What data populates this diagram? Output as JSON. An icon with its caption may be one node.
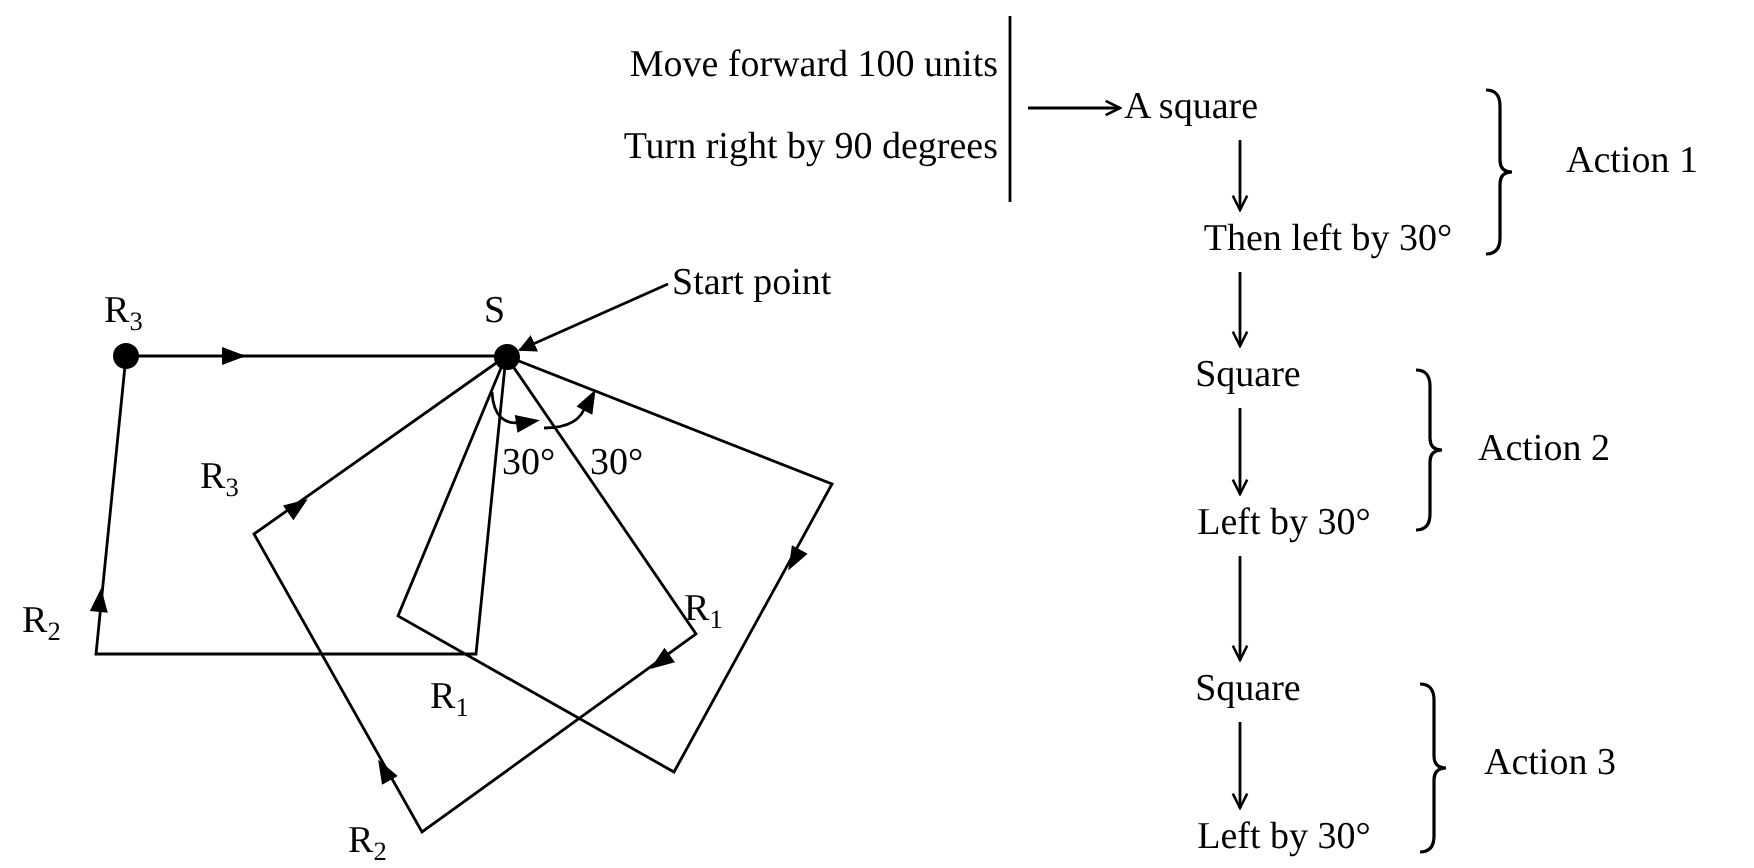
{
  "diagram": {
    "nodes": [
      {
        "text": [
          "Start point"
        ]
      },
      {
        "text": [],
        "shape": "circle",
        "beside": [
          "S"
        ]
      },
      {
        "text": [
          "Move forward 100 units"
        ]
      },
      {
        "text": [
          "Turn right by 90 degrees"
        ]
      },
      {
        "text": [
          "A square"
        ]
      },
      {
        "text": [
          "Then left by 30°"
        ]
      },
      {
        "text": [
          "Square"
        ]
      },
      {
        "text": [
          "Left by 30°"
        ]
      },
      {
        "text": [
          "Square"
        ]
      },
      {
        "text": [
          "Left by 30°"
        ]
      }
    ],
    "edges": [
      {
        "from": 0,
        "to": 1,
        "arrow": "to"
      },
      {
        "from": 2,
        "to": 4,
        "arrow": "to"
      },
      {
        "from": 3,
        "to": 4,
        "arrow": "to"
      },
      {
        "from": 4,
        "to": 5,
        "arrow": "to"
      },
      {
        "from": 5,
        "to": 6,
        "arrow": "to"
      },
      {
        "from": 6,
        "to": 7,
        "arrow": "to"
      },
      {
        "from": 7,
        "to": 8,
        "arrow": "to"
      },
      {
        "from": 8,
        "to": 9,
        "arrow": "to"
      }
    ],
    "labels": [
      "R$_{3}$",
      "R$_{3}$",
      "30°",
      "30°",
      "R$_{2}$",
      "R$_{1}$",
      "R$_{1}$",
      "R$_{2}$",
      "Action 1",
      "Action 2",
      "Action 3"
    ]
  }
}
